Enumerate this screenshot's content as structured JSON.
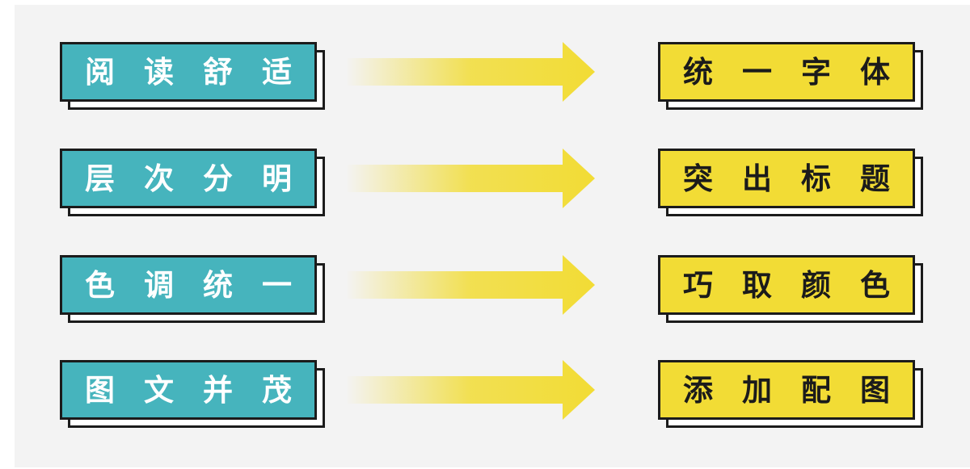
{
  "colors": {
    "background": "#f3f3f3",
    "left_box": "#46b4bd",
    "right_box": "#f2dc35",
    "arrow": "#f2dc35",
    "outline": "#1b1b1b"
  },
  "rows": [
    {
      "left": "阅读舒适",
      "right": "统一字体"
    },
    {
      "left": "层次分明",
      "right": "突出标题"
    },
    {
      "left": "色调统一",
      "right": "巧取颜色"
    },
    {
      "left": "图文并茂",
      "right": "添加配图"
    }
  ]
}
